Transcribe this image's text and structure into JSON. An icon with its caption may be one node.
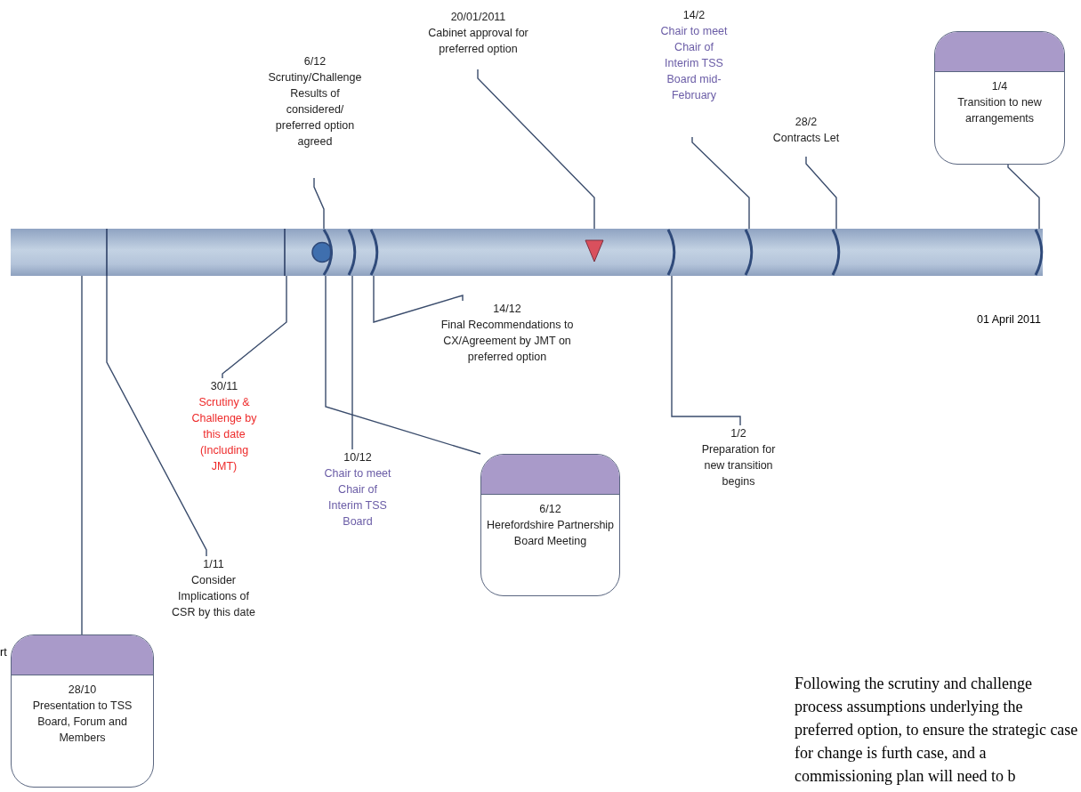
{
  "diagram": {
    "nodes": [
      {
        "text": [],
        "shape": "bar"
      },
      {
        "text": [],
        "shape": "line",
        "in": 0
      },
      {
        "text": [],
        "shape": "line",
        "in": 0
      },
      {
        "text": [],
        "shape": "circle",
        "in": 0
      },
      {
        "text": [],
        "shape": "arc",
        "in": 0
      },
      {
        "text": [],
        "shape": "arc",
        "in": 0
      },
      {
        "text": [],
        "shape": "triangle",
        "in": 0
      },
      {
        "text": [],
        "shape": "arc",
        "in": 0
      },
      {
        "text": [],
        "shape": "arc",
        "in": 0
      },
      {
        "text": [],
        "shape": "arc",
        "in": 0
      },
      {
        "text": [],
        "shape": "arc",
        "in": 0
      },
      {
        "text": [
          "20/01/2011",
          "Cabinet approval for preferred option"
        ]
      },
      {
        "text": [
          "14/2",
          "Chair to meet Chair of Interim TSS Board mid-February"
        ]
      },
      {
        "text": [
          "6/12",
          "Scrutiny/Challenge Results of considered/ preferred option agreed"
        ]
      },
      {
        "text": [
          "1/4",
          "Transition to new arrangements"
        ]
      },
      {
        "text": [
          "28/2",
          "Contracts Let"
        ]
      },
      {
        "text": [
          "14/12",
          "Final Recommendations to CX/Agreement by JMT on preferred option"
        ]
      },
      {
        "text": [
          "30/11",
          "Scrutiny & Challenge by this date (Including JMT)"
        ]
      },
      {
        "text": [
          "10/12",
          "Chair to meet Chair of Interim TSS Board"
        ]
      },
      {
        "text": [
          "6/12",
          "Herefordshire Partnership Board Meeting"
        ]
      },
      {
        "text": [
          "1/2",
          "Preparation for new transition begins"
        ]
      },
      {
        "text": [
          "1/11",
          "Consider Implications of CSR by this date"
        ]
      },
      {
        "text": [
          "28/10",
          "Presentation to TSS Board, Forum and Members"
        ]
      }
    ],
    "edges": [
      {
        "from": 13,
        "to": 3,
        "arrow": "none"
      },
      {
        "from": 11,
        "to": 6,
        "arrow": "none"
      },
      {
        "from": 12,
        "to": 8,
        "arrow": "none"
      },
      {
        "from": 15,
        "to": 9,
        "arrow": "none"
      },
      {
        "from": 14,
        "to": 10,
        "arrow": "none"
      },
      {
        "from": 16,
        "to": 5,
        "arrow": "none"
      },
      {
        "from": 17,
        "to": 2,
        "arrow": "none"
      },
      {
        "from": 18,
        "to": 4,
        "arrow": "none"
      },
      {
        "from": 19,
        "to": 3,
        "arrow": "none"
      },
      {
        "from": 20,
        "to": 7,
        "arrow": "none"
      },
      {
        "from": 21,
        "to": 1,
        "arrow": "none"
      },
      {
        "from": 22,
        "to": 0,
        "arrow": "none"
      }
    ],
    "labels": [
      "01 April 2011",
      "rt",
      "Following the scrutiny and challenge process assumptions underlying the preferred option, to ensure the strategic case for change is furth case, and a commissioning plan will need to b"
    ]
  }
}
